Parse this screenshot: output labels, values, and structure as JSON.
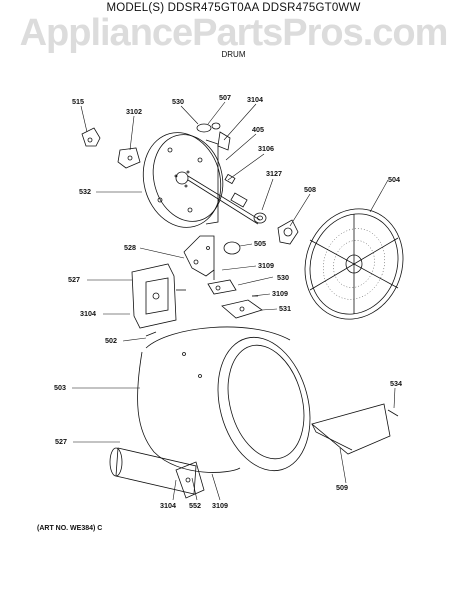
{
  "header": {
    "model_line": "MODEL(S) DDSR475GT0AA  DDSR475GT0WW",
    "watermark": "AppliancePartsPros.com",
    "section_title": "DRUM"
  },
  "footer": {
    "art_no": "(ART NO. WE384) C"
  },
  "callouts": {
    "c515": "515",
    "c3102": "3102",
    "c530a": "530",
    "c507": "507",
    "c3104a": "3104",
    "c405": "405",
    "c3106": "3106",
    "c532": "532",
    "c3127": "3127",
    "c508": "508",
    "c504": "504",
    "c528": "528",
    "c505": "505",
    "c3109a": "3109",
    "c530b": "530",
    "c527a": "527",
    "c3109b": "3109",
    "c3104b": "3104",
    "c531": "531",
    "c502": "502",
    "c503": "503",
    "c534": "534",
    "c527b": "527",
    "c509": "509",
    "c3104c": "3104",
    "c552": "552",
    "c3109c": "3109"
  }
}
